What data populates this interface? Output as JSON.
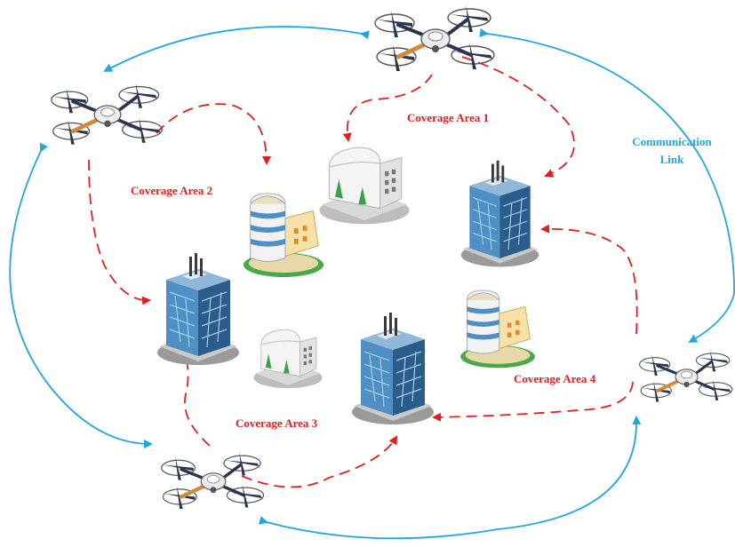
{
  "labels": {
    "coverage_area_1": "Coverage Area 1",
    "coverage_area_2": "Coverage Area 2",
    "coverage_area_3": "Coverage Area 3",
    "coverage_area_4": "Coverage Area 4",
    "communication_line1": "Communication",
    "communication_line2": "Link"
  },
  "colors": {
    "coverage": "#e02020",
    "communication": "#23a6dc",
    "drone_body": "#eeeeee",
    "drone_dark": "#2a3550",
    "drone_arm": "#d08a3a",
    "tower_glass": "#4f8fc4",
    "tower_dark": "#2c5d8a",
    "office_white": "#f4f4f4",
    "office_cream": "#f6e2a8",
    "grass": "#4aa84a"
  },
  "icons": {
    "drone": "quadcopter-drone-icon",
    "tower": "glass-skyscraper-icon",
    "office": "white-office-building-icon",
    "round_tower": "round-office-tower-icon"
  }
}
